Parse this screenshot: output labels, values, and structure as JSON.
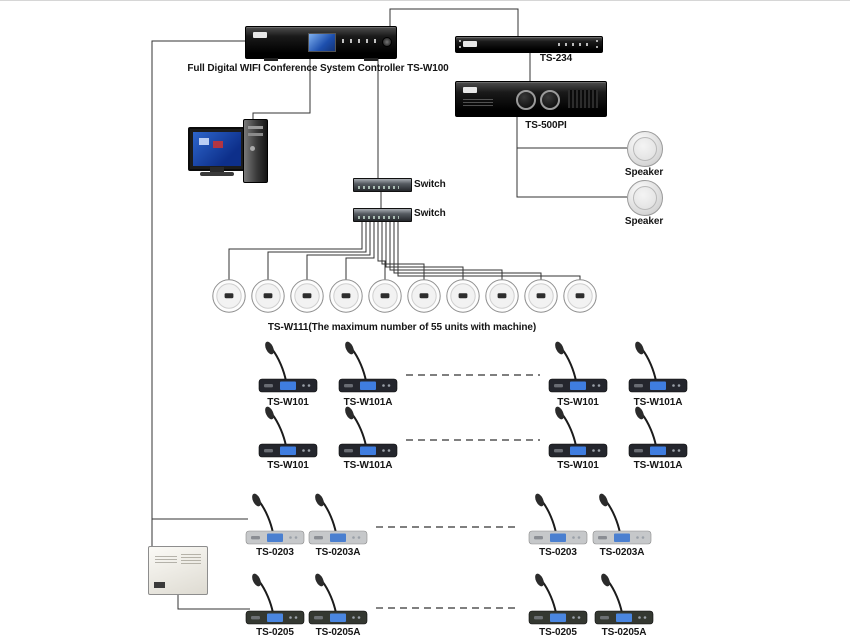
{
  "labels": {
    "controller": "Full Digital WIFI Conference System Controller TS-W100",
    "ts234": "TS-234",
    "ts500pi": "TS-500PI",
    "speaker_top": "Speaker",
    "speaker_bottom": "Speaker",
    "switch_top": "Switch",
    "switch_bottom": "Switch",
    "tsw111_caption": "TS-W111(The maximum number of 55 units with machine)"
  },
  "tsw111": {
    "unit_count": 10
  },
  "mic_rows": {
    "row1": [
      "TS-W101",
      "TS-W101A",
      "TS-W101",
      "TS-W101A"
    ],
    "row2": [
      "TS-W101",
      "TS-W101A",
      "TS-W101",
      "TS-W101A"
    ],
    "row3": [
      "TS-0203",
      "TS-0203A",
      "TS-0203",
      "TS-0203A"
    ],
    "row4": [
      "TS-0205",
      "TS-0205A",
      "TS-0205",
      "TS-0205A"
    ]
  },
  "colors": {
    "wire": "#333333",
    "screen_blue": "#3f7de0",
    "device_black": "#141414"
  }
}
